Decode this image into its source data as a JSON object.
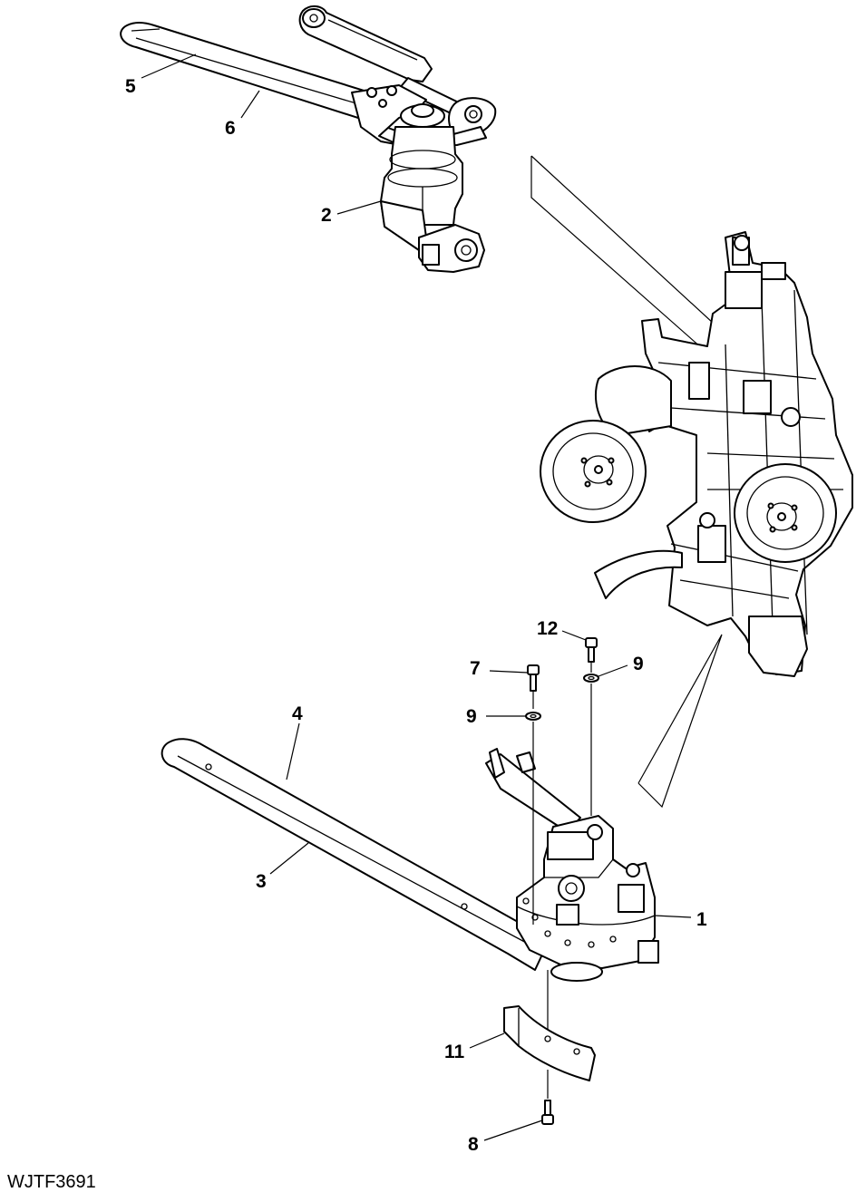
{
  "figure": {
    "code": "WJTF3691",
    "callouts": {
      "c1": "1",
      "c2": "2",
      "c3": "3",
      "c4": "4",
      "c5": "5",
      "c6": "6",
      "c7": "7",
      "c8": "8",
      "c9a": "9",
      "c9b": "9",
      "c11": "11",
      "c12": "12"
    }
  }
}
